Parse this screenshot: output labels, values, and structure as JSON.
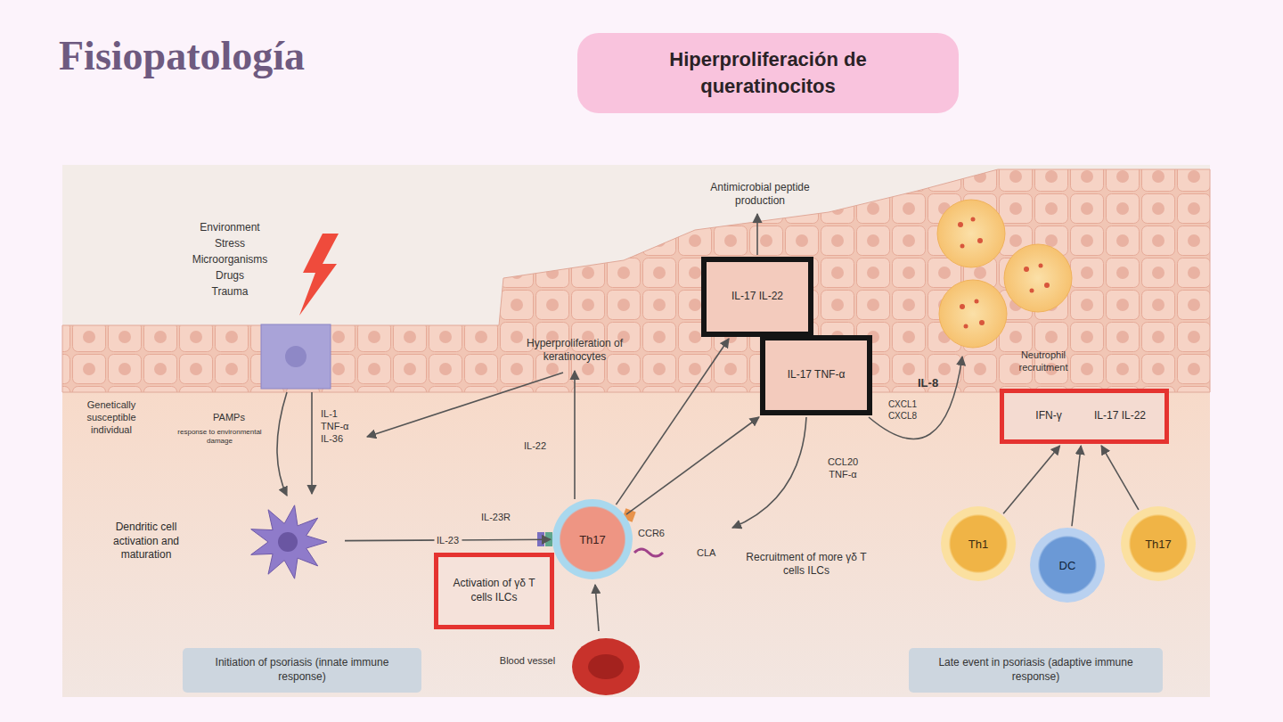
{
  "diagram": {
    "title": "Fisiopatología",
    "nodes": [
      {
        "text": [
          "Hiperproliferación de queratinocitos"
        ]
      },
      {
        "text": [
          "Initiation of psoriasis (innate immune response)"
        ]
      },
      {
        "text": [
          "Late event in psoriasis (adaptive immune response)"
        ]
      },
      {
        "text": [
          "Dendritic cell activation and maturation"
        ]
      },
      {
        "text": [
          "Th17"
        ]
      },
      {
        "text": [
          "Activation of γδ T cells ILCs"
        ]
      },
      {
        "text": [
          "IL-17 IL-22"
        ]
      },
      {
        "text": [
          "IL-17 TNF-α"
        ]
      },
      {
        "text": [
          "IFN-γ",
          "IL-17 IL-22"
        ]
      },
      {
        "text": [
          "Th1"
        ]
      },
      {
        "text": [
          "DC"
        ]
      },
      {
        "text": [
          "Th17"
        ]
      }
    ],
    "edges": [
      {
        "from": 3,
        "to": 4,
        "label": "IL-23",
        "arrow": "to"
      },
      {
        "from": 4,
        "to": 6,
        "arrow": "to"
      },
      {
        "from": 4,
        "to": 7,
        "arrow": "to"
      },
      {
        "from": 9,
        "to": 8,
        "arrow": "to"
      },
      {
        "from": 10,
        "to": 8,
        "arrow": "to"
      },
      {
        "from": 11,
        "to": 8,
        "arrow": "to"
      }
    ],
    "labels": [
      "Environment",
      "Stress",
      "Microorganisms",
      "Drugs",
      "Trauma",
      "Genetically susceptible individual",
      "PAMPs",
      "response to environmental damage",
      "IL-1 TNF-α IL-36",
      "Hyperproliferation of keratinocytes",
      "IL-22",
      "IL-23R",
      "CCR6",
      "CLA",
      "Blood vessel",
      "Antimicrobial peptide production",
      "CCL20 TNF-α",
      "Recruitment of more γδ T cells ILCs",
      "IL-8",
      "CXCL1 CXCL8",
      "Neutrophil recruitment"
    ]
  }
}
